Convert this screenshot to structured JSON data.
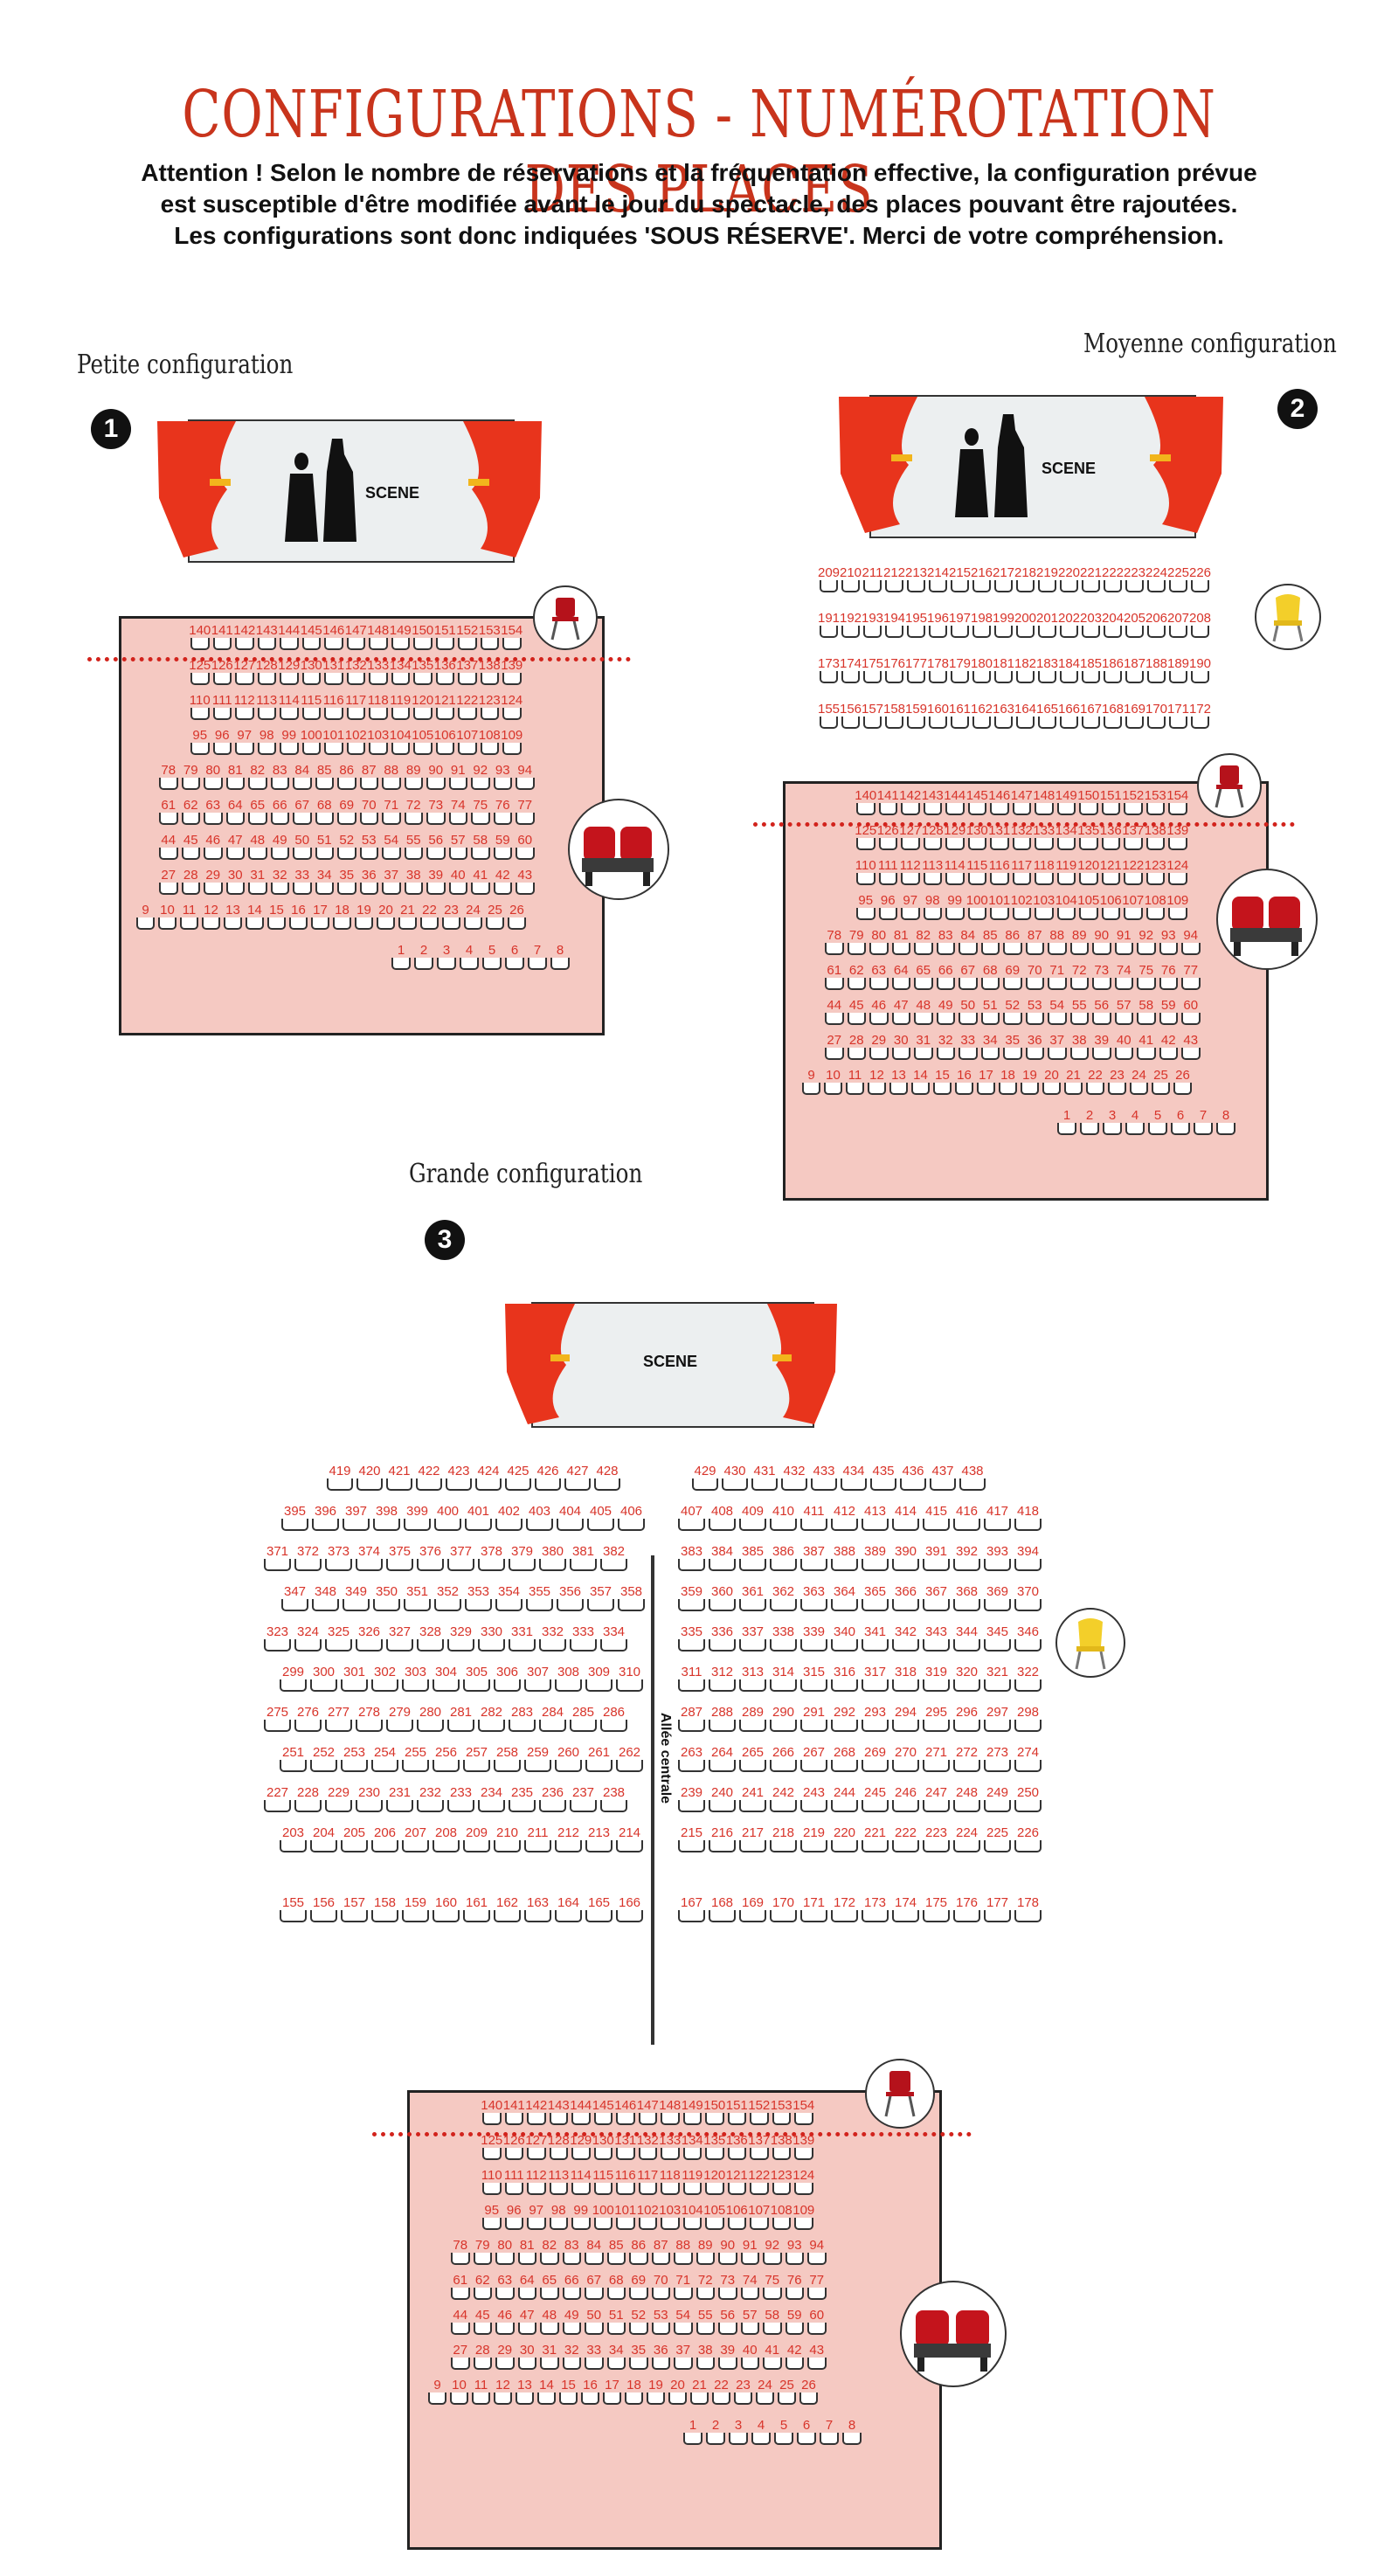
{
  "title": "CONFIGURATIONS - NUMÉROTATION DES PLACES",
  "notice": [
    "Attention ! Selon le nombre de réservations et la fréquentation effective, la configuration prévue",
    "est susceptible d'être modifiée avant le jour du spectacle, des places pouvant être rajoutées.",
    "Les configurations sont donc indiquées 'SOUS RÉSERVE'. Merci de votre compréhension."
  ],
  "configs": {
    "petite": {
      "label": "Petite configuration",
      "badge": "1"
    },
    "moyenne": {
      "label": "Moyenne configuration",
      "badge": "2"
    },
    "grande": {
      "label": "Grande configuration",
      "badge": "3"
    }
  },
  "stage_label": "SCENE",
  "aisle_label": "Allée centrale",
  "colors": {
    "accent": "#c8341c",
    "seat_number": "#d8342a",
    "hall_fill": "#f5c9c2",
    "curtain": "#e8341c",
    "dash": "#d2231c"
  },
  "icons": [
    "folding-chair-icon",
    "plastic-chair-icon",
    "theatre-seats-icon",
    "actors-silhouette-icon",
    "curtain-icon"
  ],
  "hall_rows": [
    {
      "start": 140,
      "end": 154
    },
    {
      "start": 125,
      "end": 139
    },
    {
      "start": 110,
      "end": 124
    },
    {
      "start": 95,
      "end": 109
    },
    {
      "start": 78,
      "end": 94
    },
    {
      "start": 61,
      "end": 77
    },
    {
      "start": 44,
      "end": 60
    },
    {
      "start": 27,
      "end": 43
    },
    {
      "start": 9,
      "end": 26
    },
    {
      "start": 1,
      "end": 8
    }
  ],
  "moyenne_extra_rows": [
    {
      "start": 209,
      "end": 226
    },
    {
      "start": 191,
      "end": 208
    },
    {
      "start": 173,
      "end": 190
    },
    {
      "start": 155,
      "end": 172
    }
  ],
  "grande_left_rows": [
    {
      "start": 419,
      "end": 428
    },
    {
      "start": 395,
      "end": 406
    },
    {
      "start": 371,
      "end": 382
    },
    {
      "start": 347,
      "end": 358
    },
    {
      "start": 323,
      "end": 334
    },
    {
      "start": 299,
      "end": 310
    },
    {
      "start": 275,
      "end": 286
    },
    {
      "start": 251,
      "end": 262
    },
    {
      "start": 227,
      "end": 238
    },
    {
      "start": 203,
      "end": 214
    },
    {
      "start": 155,
      "end": 166
    }
  ],
  "grande_right_rows": [
    {
      "start": 429,
      "end": 438
    },
    {
      "start": 407,
      "end": 418
    },
    {
      "start": 383,
      "end": 394
    },
    {
      "start": 359,
      "end": 370
    },
    {
      "start": 335,
      "end": 346
    },
    {
      "start": 311,
      "end": 322
    },
    {
      "start": 287,
      "end": 298
    },
    {
      "start": 263,
      "end": 274
    },
    {
      "start": 239,
      "end": 250
    },
    {
      "start": 215,
      "end": 226
    },
    {
      "start": 167,
      "end": 178
    }
  ]
}
